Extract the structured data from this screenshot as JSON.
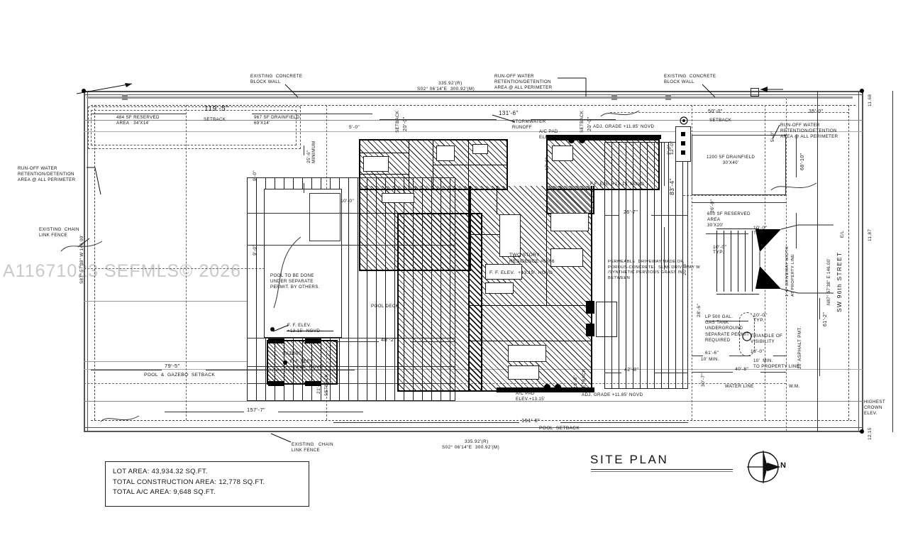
{
  "sheet": {
    "title": "SITE  PLAN",
    "watermark": "A11671023 SEFMLS© 2026",
    "north_label": "N"
  },
  "legend": {
    "lines": [
      "LOT AREA:   43,934.32 SQ.FT.",
      "TOTAL CONSTRUCTION AREA:  12,778 SQ.FT.",
      "TOTAL A/C AREA:  9,648 SQ.FT."
    ]
  },
  "boundary": {
    "north_bearing_record": "335.92'(R)",
    "north_bearing_measured": "S02° 06'14\"E  300.92'(M)",
    "south_bearing_record": "335.92'(R)",
    "south_bearing_measured": "S02° 06'14\"E  300.92'(M)",
    "west_bearing": "S87° 57'38\" W 146.00'",
    "east_bearing": "N87° 57'38\" E 146.00'",
    "corner_elev_ne": "11.68",
    "corner_elev_e": "11.87",
    "corner_elev_se": "12.15"
  },
  "street": {
    "name": "SW 96th STREET",
    "pavement": "20' ASPHALT PMT.",
    "highest_crown": "HIGHEST\nCROWN\nELEV.",
    "east_line": "E/L"
  },
  "notes": {
    "runoff_nw": "RUN-OFF WATER\nRETENTION/DETENTION\nAREA @ ALL PERIMETER",
    "runoff_top": "RUN-OFF WATER\nRETENTION/DETENTION\nAREA @ ALL PERIMETER",
    "runoff_ne": "RUN-OFF WATER\nRETENTION/DETENTION\nAREA @ ALL PERIMETER",
    "chain_fence_west": "EXISTING  CHAIN\nLINK FENCE",
    "chain_fence_south": "EXISTING   CHAIN\nLINK FENCE",
    "block_wall_nw": "EXISTING  CONCRETE\nBLOCK WALL",
    "block_wall_ne": "EXISTING  CONCRETE\nBLOCK WALL",
    "stormwater": "STORMWATER\nRUNOFF",
    "pool_permit": "POOL TO BE DONE\nUNDER SEPARATE\nPERMIT. BY OTHERS.",
    "pool_deck": "POOL DECK",
    "residence": "TWO STORY\nRESIDENCE #6666",
    "residence_ff": "F. F. ELEV.  +13.15'  NGVD",
    "gazebo": "GAZEBO",
    "gazebo_ff": "F. F. ELEV\n+13.15'  NGVD",
    "pool_ff": "F. F. ELEV.\n+13.15'  NGVD",
    "garage_ff": "F.F. ELE. +12.15' NGVD",
    "driveway": "PERMEABLE  DRIVEWAY MADE OF\nPOROUS-CONCRETE-  SLAB DRIVEWAY W\n/SYNTHETIC PERVIOUS GRASS IN\nBETWEEN",
    "gas_tank": "LP 500 GAL.\nGAS TANK\nUNDERGROUND\nSEPARATE PERMIT\nREQUIRED",
    "triangle_visibility": "TRIANGLE OF\nVISIBILITY",
    "min_to_property": "10'  MIN.\nTO PROPERTY LINE",
    "min_10": "10' MIN.",
    "water_line": "WATER LINE",
    "wm": "W.M.",
    "ac_pad_top": "A/C PAD\nELEV.+13.15'",
    "ac_pad_bottom": "A/C PAD\nELEV.+13.15'",
    "adj_grade_top": "ADJ. GRADE +11.85' NGVD",
    "adj_grade_bottom": "ADJ. GRADE +11.85' NGVD"
  },
  "septic": {
    "reserved_nw": "484 SF RESERVED\nAREA   34'X14'",
    "drainfield_nw": "967 SF DRAINFIELD\n69'X14'",
    "drainfield_ne": "1200 SF DRAINFIELD\n30'X40'",
    "reserved_ne": "600 SF RESERVED\nAREA\n30'X20'",
    "setback_nw": "SETBACK",
    "setback_ne": "50'-0\"",
    "setback_ne_label": "SETBACK"
  },
  "dimensions": {
    "top_119": "119'-5\"",
    "top_131": "131'-6\"",
    "top_35": "35'-0\"",
    "top_50": "50'-0\"",
    "setback_20_left": "20'-0\"",
    "setback_20_right": "20'-0\"",
    "setback_word": "SETBACK",
    "east_68": "68'-10\"",
    "east_5": "5'-0\"",
    "east_5b": "5'-0\"",
    "east_12": "12'-0\"",
    "east_10typ": "10'-0\"\nTYP.",
    "east_10typ2": "10'-0\"\nTYP.",
    "east_10typ3": "10'-0\"\nTYP.",
    "east_61_2": "61'-2\"",
    "east_26": "26'-0\"",
    "east_20": "20'-0\"",
    "east_30_7": "30'-7\"",
    "house_83": "83'-4\"",
    "house_26_7": "26'-7\"",
    "house_7": "7'-0\"",
    "house_42_8": "42'-8\"",
    "house_17": "17'-0\"",
    "house_2": "2'-0\"",
    "pool_48": "48'-2\"",
    "pool_79": "79'-5\"",
    "pool_setback_label": "POOL  &  GAZEBO  SETBACK",
    "pool_157": "157'-7\"",
    "pool_191": "191'-6\"",
    "pool_setback_word": "POOL  SETBACK",
    "pool_9a": "9'-0\"",
    "pool_9b": "9'-0\"",
    "pool_9c": "9'-0\"",
    "pool_10": "10'-0\"",
    "pool_25min": "25'-6\"\nMINIMUM",
    "pool_21_9": "21'-9\"",
    "pool_21_9b": "21'-9\"",
    "setback_vert_b": "SETBACK",
    "setback_vert_c": "SETBACK",
    "setback_vert_d": "SETBACK",
    "gas_61_6": "61'-6\"",
    "gas_18": "18'-0\"",
    "gas_40_8": "40'-8\"",
    "gas_28_6": "28'-6\"",
    "drive_w_1": "1'-6\" DRIVEWAY WIDTH\nAT PROPERTY LINE"
  }
}
